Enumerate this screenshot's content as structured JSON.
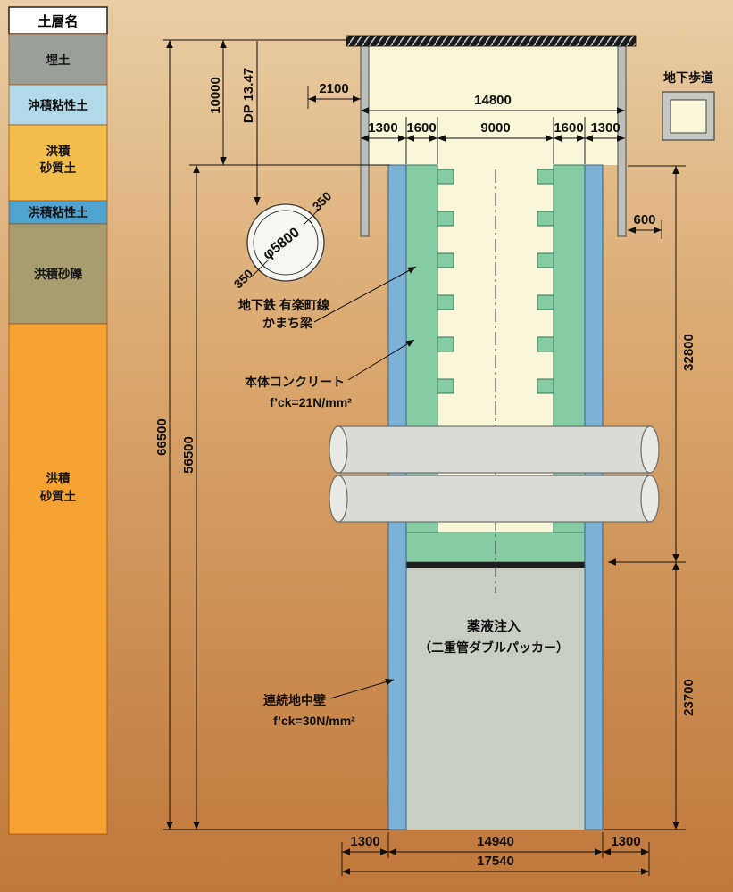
{
  "soil_column": {
    "header": "土層名",
    "layers": [
      {
        "name": "埋土",
        "lines": [
          "埋土"
        ],
        "color": "#9b9f99"
      },
      {
        "name": "沖積粘性土",
        "lines": [
          "沖積粘性土"
        ],
        "color": "#b2d9e8"
      },
      {
        "name": "洪積砂質土",
        "lines": [
          "洪積",
          "砂質土"
        ],
        "color": "#f2bd4b"
      },
      {
        "name": "洪積粘性土",
        "lines": [
          "洪積粘性土"
        ],
        "color": "#4fa3d1"
      },
      {
        "name": "洪積砂礫",
        "lines": [
          "洪積砂礫"
        ],
        "color": "#a79d6f"
      },
      {
        "name": "洪積砂質土",
        "lines": [
          "洪積",
          "砂質土"
        ],
        "color": "#f6a233"
      }
    ]
  },
  "structure": {
    "walkway_label": "地下歩道",
    "subway_label": "地下鉄 有楽町線",
    "subway_diameter": "φ5800",
    "kamachi_label": "かまち梁",
    "body_concrete_label": "本体コンクリート",
    "body_concrete_spec": "f’ck=21N/mm²",
    "wall_label": "連続地中壁",
    "wall_spec": "f’ck=30N/mm²",
    "grout_label": "薬液注入",
    "grout_sub_label": "（二重管ダブルパッカー）"
  },
  "dimensions": {
    "dp": "DP 13.47",
    "v10000": "10000",
    "v66500": "66500",
    "v56500": "56500",
    "h2100": "2100",
    "h14800": "14800",
    "top_row": [
      "1300",
      "1600",
      "9000",
      "1600",
      "1300"
    ],
    "h600": "600",
    "v32800": "32800",
    "v23700": "23700",
    "lining_350_upper": "350",
    "lining_350_lower": "350",
    "bottom_row": [
      "1300",
      "14940",
      "1300"
    ],
    "h17540": "17540"
  },
  "colors": {
    "wall_blue": "#7db1d6",
    "concrete_green": "#85cba3",
    "interior_cream": "#f9f6da",
    "grout_gray_green": "#c8cfc2",
    "tube_gray": "#dadad6"
  }
}
